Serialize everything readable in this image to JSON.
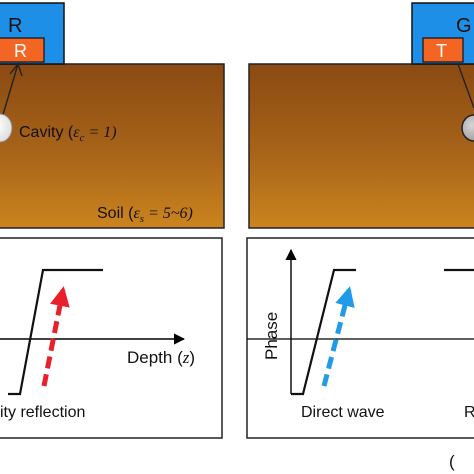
{
  "left_panel": {
    "gpr_box_label": "R",
    "receiver_box_label": "R",
    "cavity_label": "Cavity (",
    "cavity_eps_symbol": "ε",
    "cavity_eps_sub": "c",
    "cavity_eps_value": " = 1)",
    "soil_label": "Soil (",
    "soil_eps_symbol": "ε",
    "soil_eps_sub": "s",
    "soil_eps_value": " = 5~6)"
  },
  "right_panel": {
    "gpr_box_label": "G",
    "transmitter_box_label": "T"
  },
  "left_plot": {
    "x_axis_label": "Depth (",
    "x_axis_var": "z",
    "x_axis_close": ")",
    "arrow_label": "ity reflection"
  },
  "right_plot": {
    "y_axis_label": "Phase",
    "arrow_label": "Direct wave",
    "partial_label": "R"
  },
  "panel_tag": "(",
  "colors": {
    "gpr_blue": "#1e8fe6",
    "box_orange": "#f26522",
    "soil_top": "#8a4a12",
    "soil_mid": "#b8741d",
    "soil_bottom": "#c9821f",
    "reflection_red": "#e8202a",
    "direct_blue": "#1f9be8"
  }
}
